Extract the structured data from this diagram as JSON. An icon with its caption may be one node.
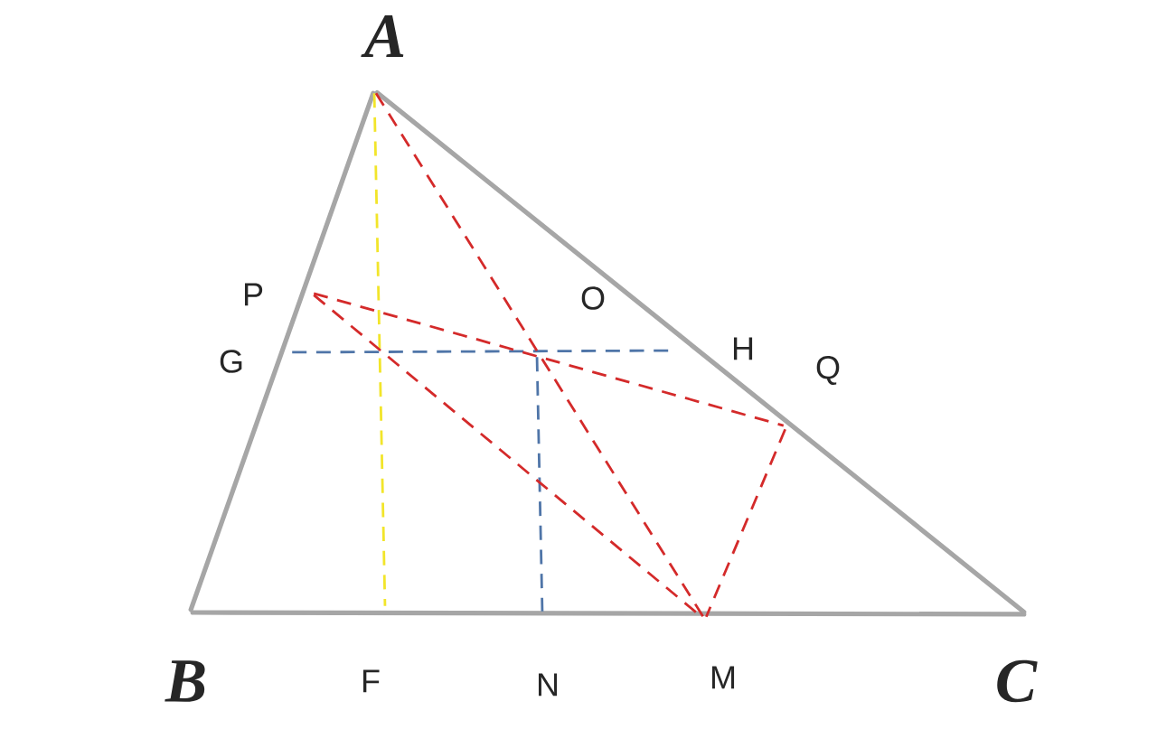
{
  "diagram": {
    "nodes": [
      {
        "text": [
          "A"
        ]
      },
      {
        "text": [
          "B"
        ]
      },
      {
        "text": [
          "C"
        ]
      },
      {
        "text": [
          "P"
        ]
      },
      {
        "text": [
          "G"
        ]
      },
      {
        "text": [
          "O"
        ]
      },
      {
        "text": [
          "H"
        ]
      },
      {
        "text": [
          "Q"
        ]
      },
      {
        "text": [
          "F"
        ]
      },
      {
        "text": [
          "N"
        ]
      },
      {
        "text": [
          "M"
        ]
      }
    ],
    "edges": [
      {
        "from": 0,
        "to": 1,
        "arrow": "none",
        "color": "#a6a6a6"
      },
      {
        "from": 1,
        "to": 2,
        "arrow": "none",
        "color": "#a6a6a6"
      },
      {
        "from": 0,
        "to": 2,
        "arrow": "none",
        "color": "#a6a6a6"
      },
      {
        "from": 0,
        "to": 8,
        "arrow": "none",
        "style": "dashed",
        "color": "#f2e52a"
      },
      {
        "from": 4,
        "to": 6,
        "arrow": "none",
        "style": "dashed",
        "color": "#4f75a8"
      },
      {
        "from": 5,
        "to": 9,
        "arrow": "none",
        "style": "dashed",
        "color": "#4f75a8"
      },
      {
        "from": 0,
        "to": 10,
        "arrow": "none",
        "style": "dashed",
        "color": "#d42a2a"
      },
      {
        "from": 3,
        "to": 7,
        "arrow": "none",
        "style": "dashed",
        "color": "#d42a2a"
      },
      {
        "from": 3,
        "to": 10,
        "arrow": "none",
        "style": "dashed",
        "color": "#d42a2a"
      },
      {
        "from": 7,
        "to": 10,
        "arrow": "none",
        "style": "dashed",
        "color": "#d42a2a"
      }
    ]
  }
}
